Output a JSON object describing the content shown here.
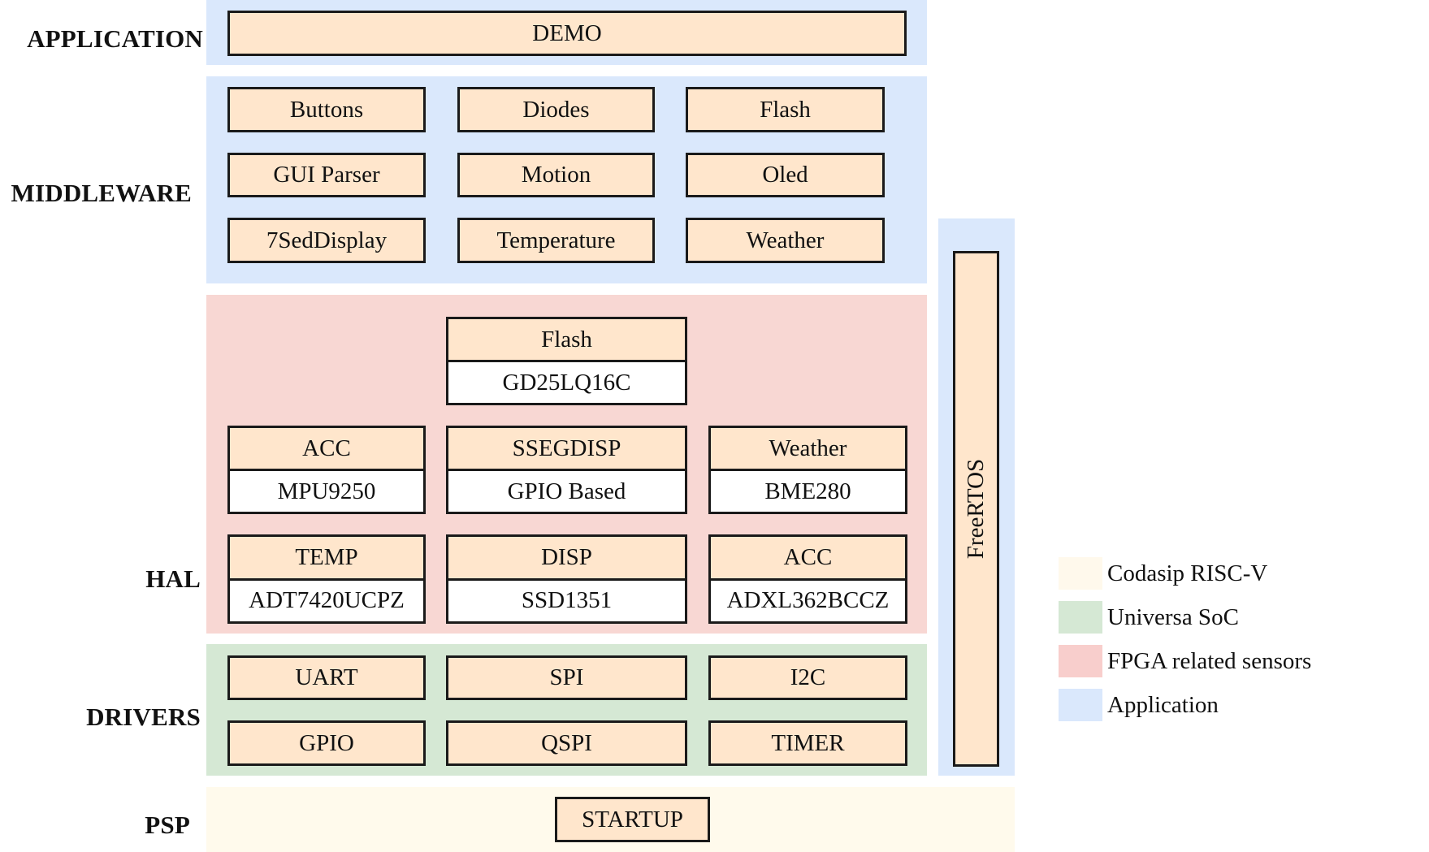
{
  "layers": {
    "application": "APPLICATION",
    "middleware": "MIDDLEWARE",
    "hal": "HAL",
    "drivers": "DRIVERS",
    "psp": "PSP"
  },
  "application": {
    "demo": "DEMO"
  },
  "middleware": {
    "items": [
      "Buttons",
      "Diodes",
      "Flash",
      "GUI Parser",
      "Motion",
      "Oled",
      "7SedDisplay",
      "Temperature",
      "Weather"
    ]
  },
  "hal": {
    "flash": {
      "name": "Flash",
      "part": "GD25LQ16C"
    },
    "acc1": {
      "name": "ACC",
      "part": "MPU9250"
    },
    "ssegdisp": {
      "name": "SSEGDISP",
      "part": "GPIO Based"
    },
    "weather": {
      "name": "Weather",
      "part": "BME280"
    },
    "temp": {
      "name": "TEMP",
      "part": "ADT7420UCPZ"
    },
    "disp": {
      "name": "DISP",
      "part": "SSD1351"
    },
    "acc2": {
      "name": "ACC",
      "part": "ADXL362BCCZ"
    }
  },
  "drivers": {
    "items": [
      "UART",
      "SPI",
      "I2C",
      "GPIO",
      "QSPI",
      "TIMER"
    ]
  },
  "psp": {
    "startup": "STARTUP"
  },
  "rtos": {
    "label": "FreeRTOS"
  },
  "legend": [
    {
      "label": "Codasip RISC-V",
      "color": "#fff9ec"
    },
    {
      "label": "Universa SoC",
      "color": "#d5e8d4"
    },
    {
      "label": "FPGA related sensors",
      "color": "#f8cecc"
    },
    {
      "label": "Application",
      "color": "#dae8fc"
    }
  ],
  "colors": {
    "component_fill": "#ffe6cc",
    "application_band": "#dae8fc",
    "fpga_band": "#f8d7d3",
    "soc_band": "#d5e8d4",
    "riscv_band": "#fffaec"
  }
}
